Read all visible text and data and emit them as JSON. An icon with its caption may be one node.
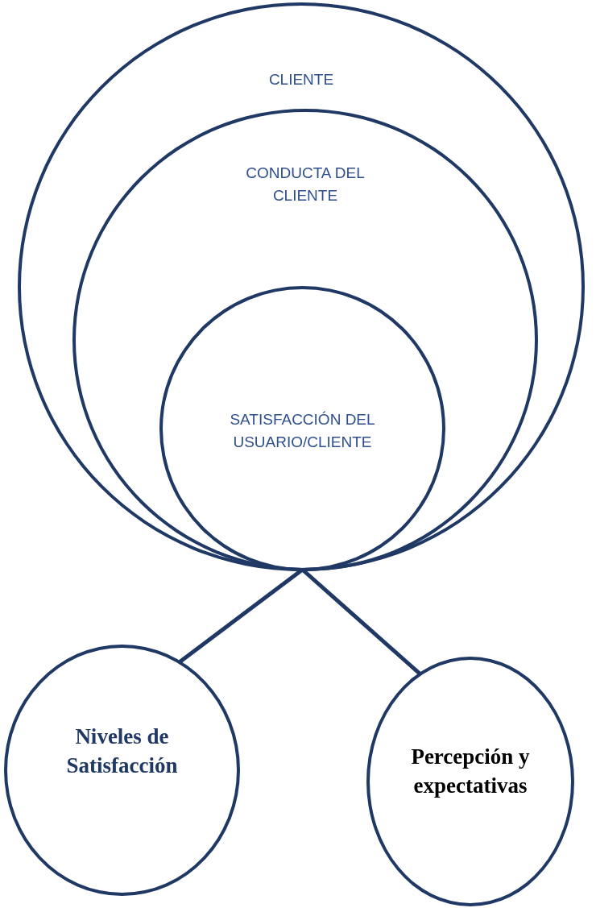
{
  "diagram": {
    "nodes": [
      {
        "text": [
          "CLIENTE"
        ]
      },
      {
        "text": [
          "CONDUCTA DEL CLIENTE"
        ],
        "in": 0
      },
      {
        "text": [
          "SATISFACCIÓN DEL USUARIO/CLIENTE"
        ],
        "in": 1
      },
      {
        "text": [
          "Niveles de Satisfacción"
        ]
      },
      {
        "text": [
          "Percepción y expectativas"
        ]
      }
    ],
    "edges": [
      {
        "from": 2,
        "to": 3,
        "arrow": "none"
      },
      {
        "from": 2,
        "to": 4,
        "arrow": "none"
      }
    ]
  }
}
